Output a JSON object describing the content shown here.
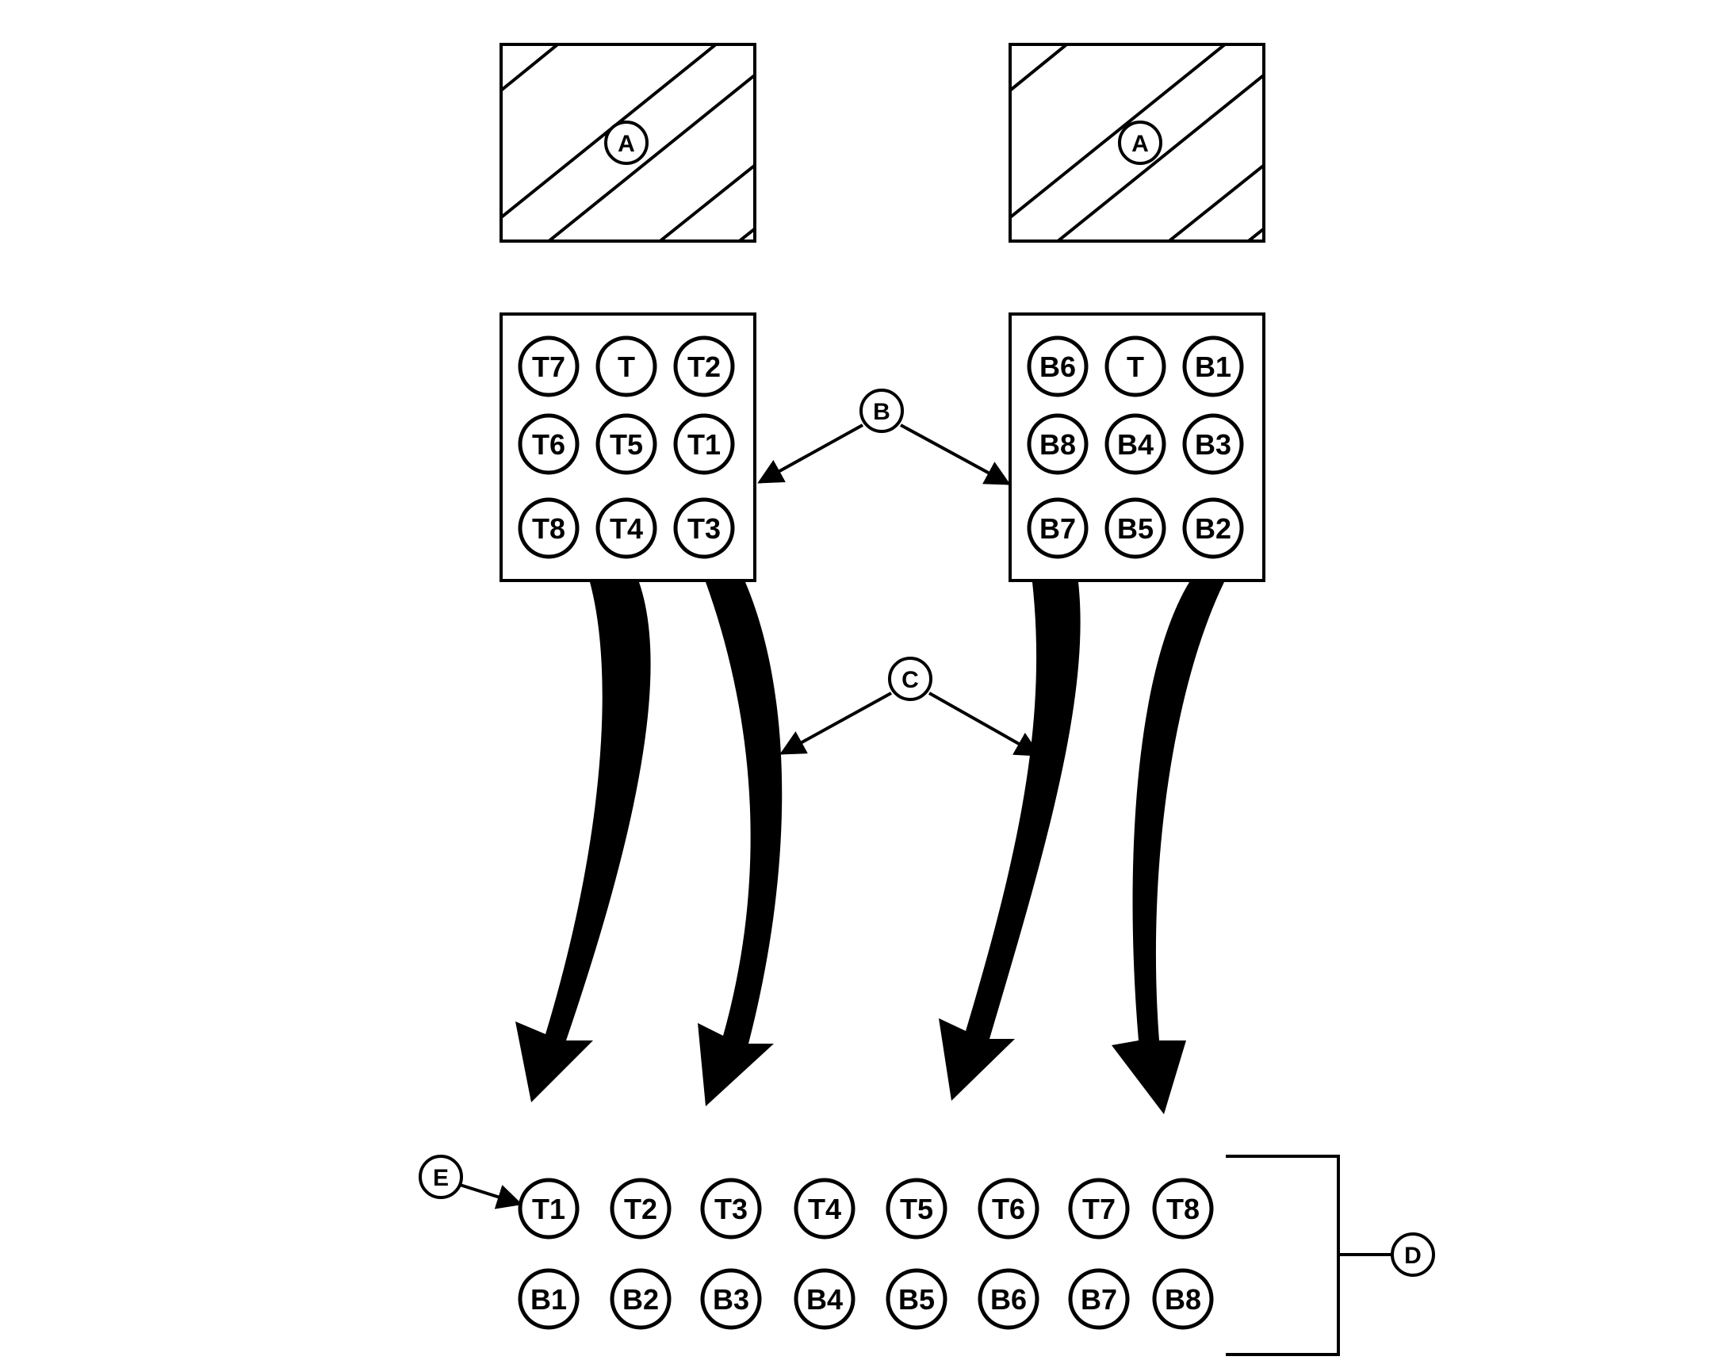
{
  "callouts": {
    "a_left": "A",
    "a_right": "A",
    "b": "B",
    "c": "C",
    "d": "D",
    "e": "E"
  },
  "left_panel": {
    "rows": [
      [
        "T7",
        "T",
        "T2"
      ],
      [
        "T6",
        "T5",
        "T1"
      ],
      [
        "T8",
        "T4",
        "T3"
      ]
    ]
  },
  "right_panel": {
    "rows": [
      [
        "B6",
        "T",
        "B1"
      ],
      [
        "B8",
        "B4",
        "B3"
      ],
      [
        "B7",
        "B5",
        "B2"
      ]
    ]
  },
  "output": {
    "top_row": [
      "T1",
      "T2",
      "T3",
      "T4",
      "T5",
      "T6",
      "T7",
      "T8"
    ],
    "bottom_row": [
      "B1",
      "B2",
      "B3",
      "B4",
      "B5",
      "B6",
      "B7",
      "B8"
    ]
  },
  "colors": {
    "ink": "#000000",
    "paper": "#ffffff"
  }
}
